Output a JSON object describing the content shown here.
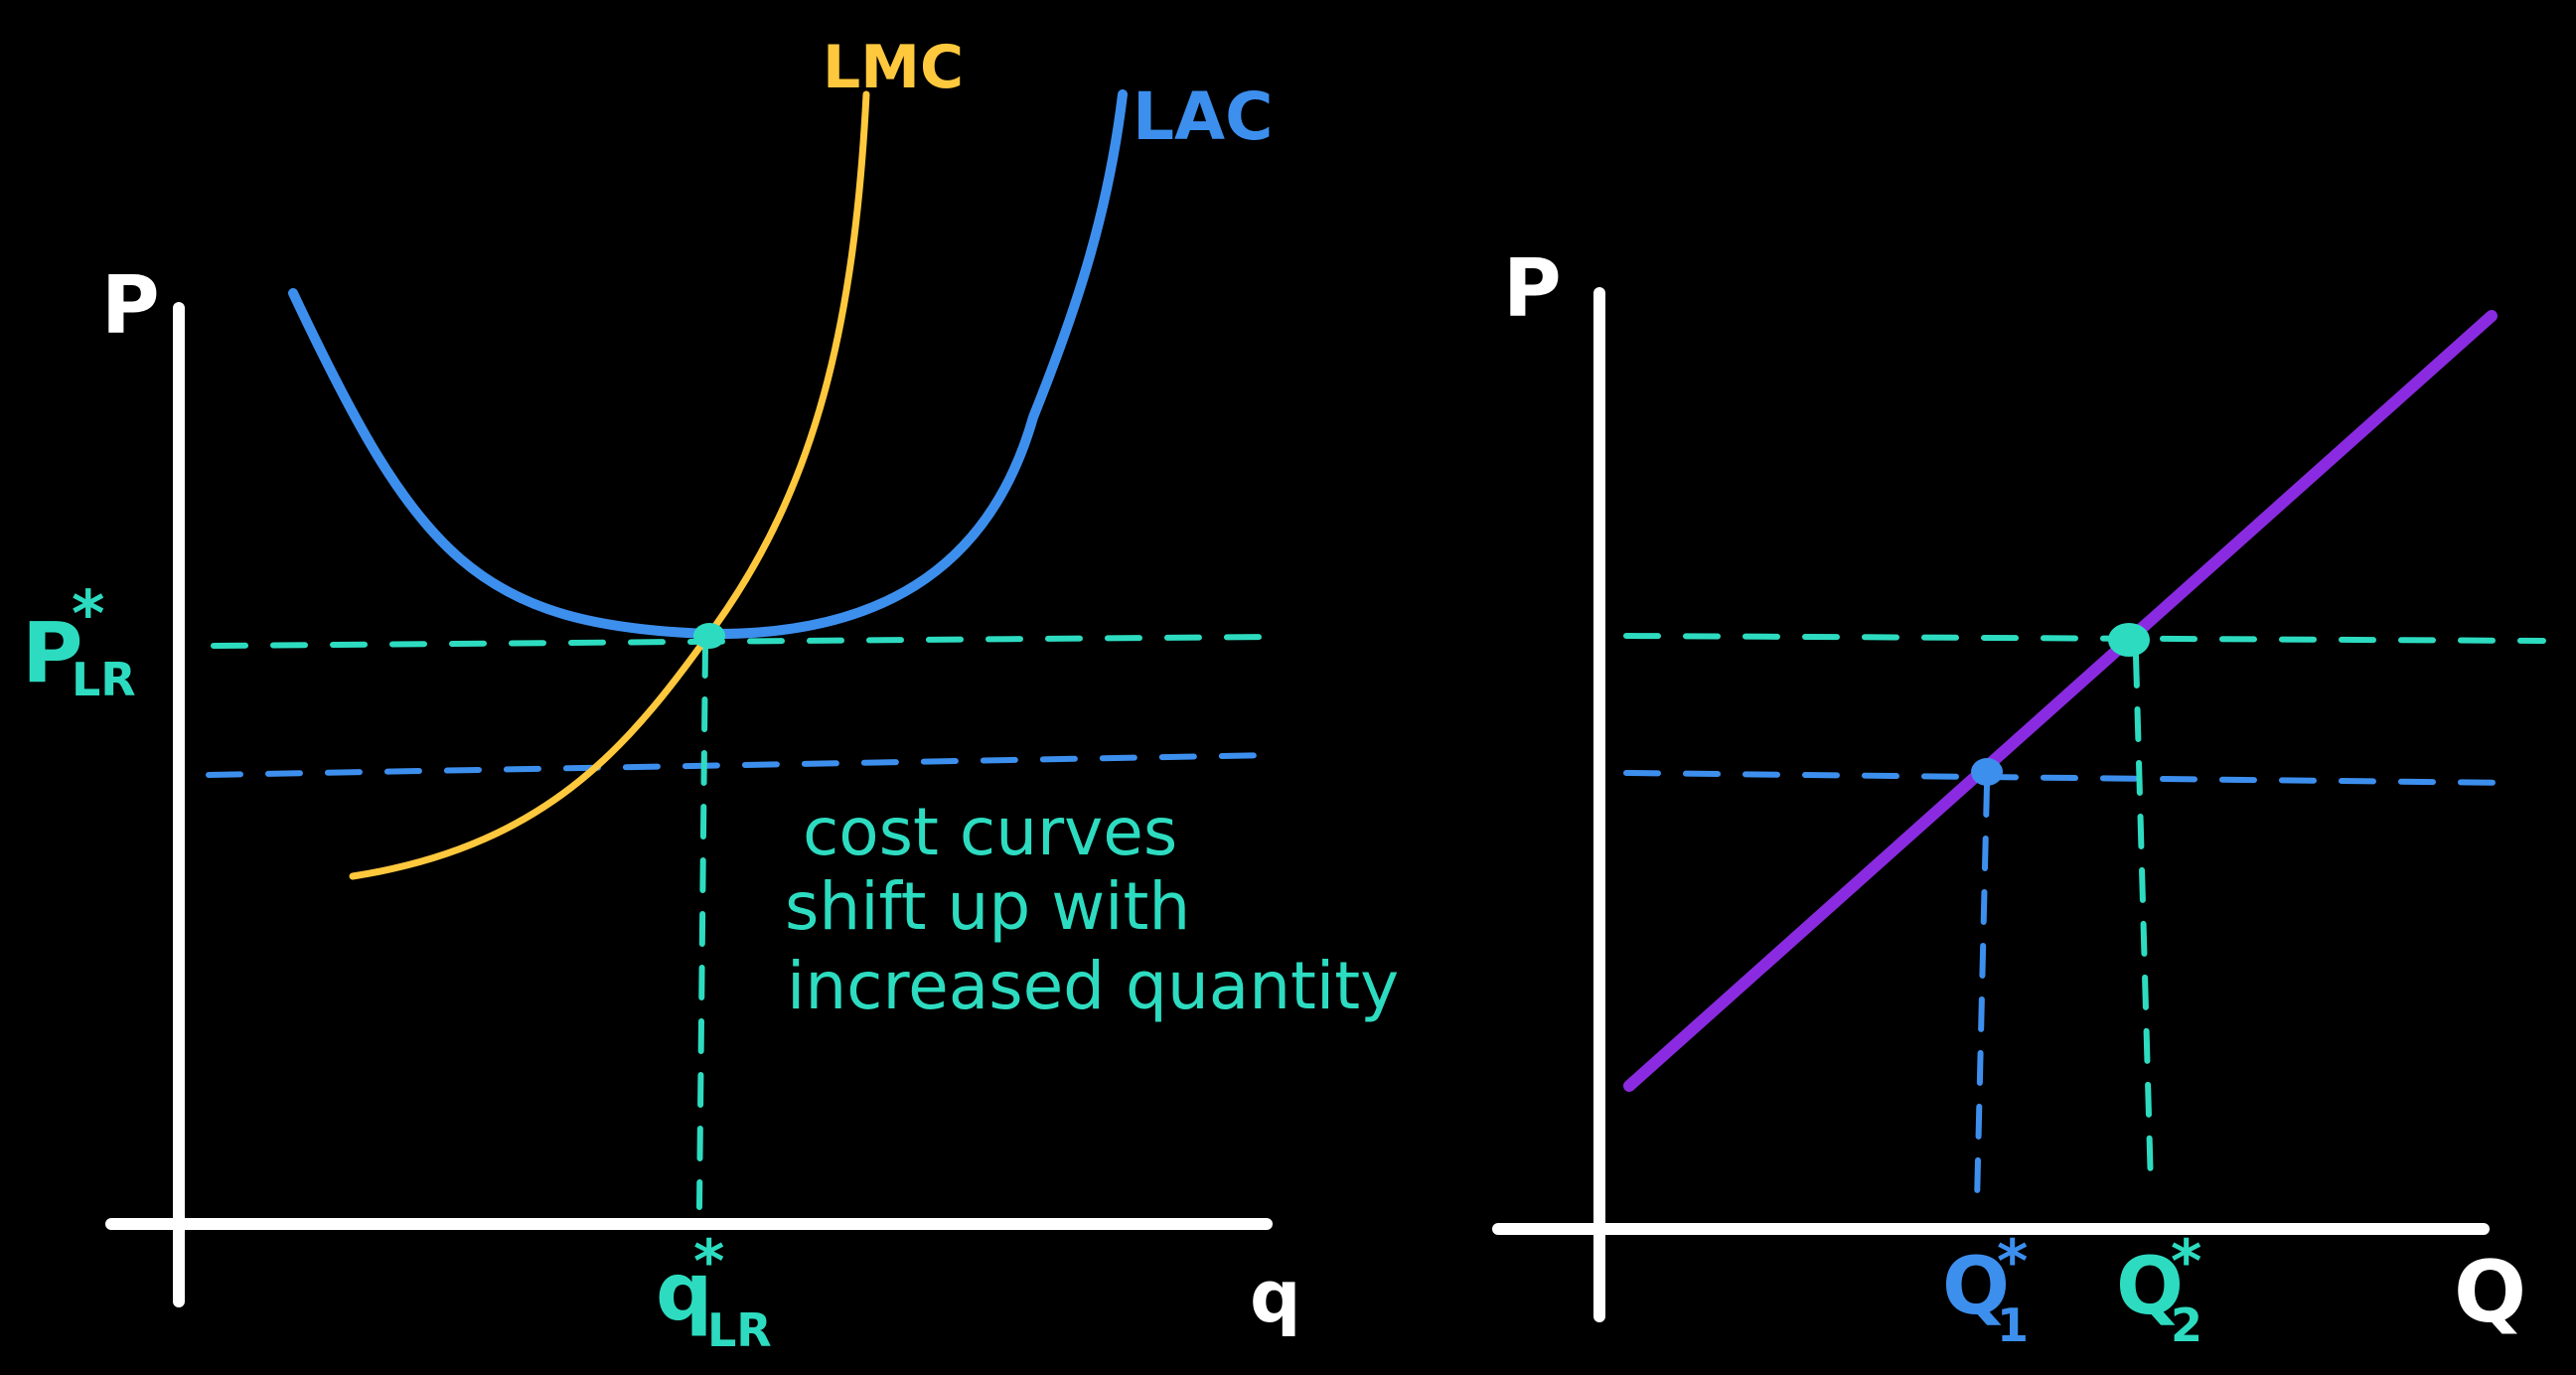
{
  "colors": {
    "background": "#000000",
    "axis": "#ffffff",
    "lmc": "#ffc83d",
    "lac": "#3d8fee",
    "price_level": "#2ddcc0",
    "supply": "#8a2be2"
  },
  "left_graph": {
    "y_axis_label": "P",
    "x_axis_label": "q",
    "lmc_label": "LMC",
    "lac_label": "LAC",
    "price_label_main": "P",
    "price_label_sup": "*",
    "price_label_sub": "LR",
    "qty_label_main": "q",
    "qty_label_sup": "*",
    "qty_label_sub": "LR",
    "annotation_line1": "cost curves",
    "annotation_line2": "shift up with",
    "annotation_line3": "increased quantity"
  },
  "right_graph": {
    "y_axis_label": "P",
    "x_axis_label": "Q",
    "q1_main": "Q",
    "q1_sup": "*",
    "q1_sub": "1",
    "q2_main": "Q",
    "q2_sup": "*",
    "q2_sub": "2"
  }
}
